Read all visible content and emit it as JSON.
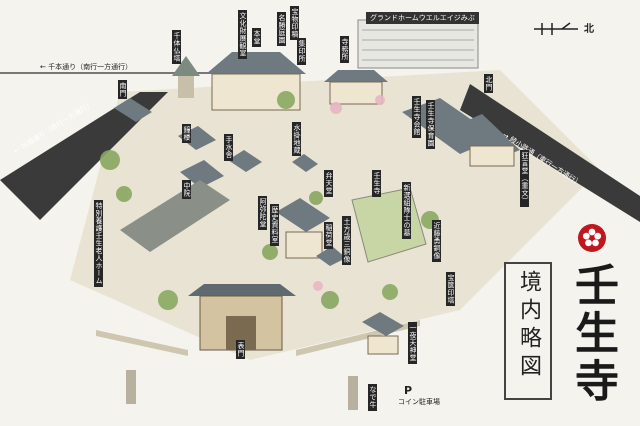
{
  "map": {
    "title": "境内略図",
    "temple_name": "壬生寺",
    "compass": {
      "north": "北",
      "icon": "north-arrow-icon"
    },
    "roads": {
      "senbon": "← 千本通り（南行一方通行）",
      "left_diagonal": "← 坊城通り（南行一方通行）",
      "right_diagonal": "→ 綾小路通（東行一方通行）"
    },
    "parking": {
      "mark": "P",
      "label": "コイン駐車場"
    },
    "buildings": {
      "grand_home": "グランドホームウエルエイジみぶ",
      "bunkazai_exhibit": "文化財展観室",
      "hondo": "本堂",
      "goshuin": "宝物印稿",
      "meishou": "名勝庭園",
      "shuin": "集印所",
      "jimusho": "寺務所",
      "senbutsu": "千体仏塔",
      "minami_mon": "南門",
      "kita_mon": "北門",
      "shoro": "鐘楼",
      "temizuya": "手水舎",
      "mizukake_jizo": "水掛地蔵",
      "mibu_kaikan": "壬生寺会館",
      "mibu_hoikuen": "壬生寺保育園",
      "kyogen_do": "狂言堂（重文）",
      "nakain": "中院",
      "benten_do": "弁天堂",
      "shiro_bldg": "壬生寺",
      "shinsengumi": "新選組隊士の墓",
      "amida_do": "阿弥陀堂",
      "rekishi": "歴史資料室",
      "hijikata": "土方歳三銅像",
      "inari": "稲荷堂",
      "kondo": "近藤勇銅像",
      "hokyoin": "宝篋印塔",
      "nursing_home": "特別養護壬生老人ホーム",
      "ichiya_tenjin": "一夜天神堂",
      "omon": "表門",
      "nadegyu": "なで牛"
    }
  },
  "colors": {
    "road": "#3a3a3a",
    "roof": "#6f7a80",
    "wall": "#efe6d2",
    "grass": "#c7d6a4",
    "tree": "#89a860",
    "crest": "#c0161d"
  }
}
